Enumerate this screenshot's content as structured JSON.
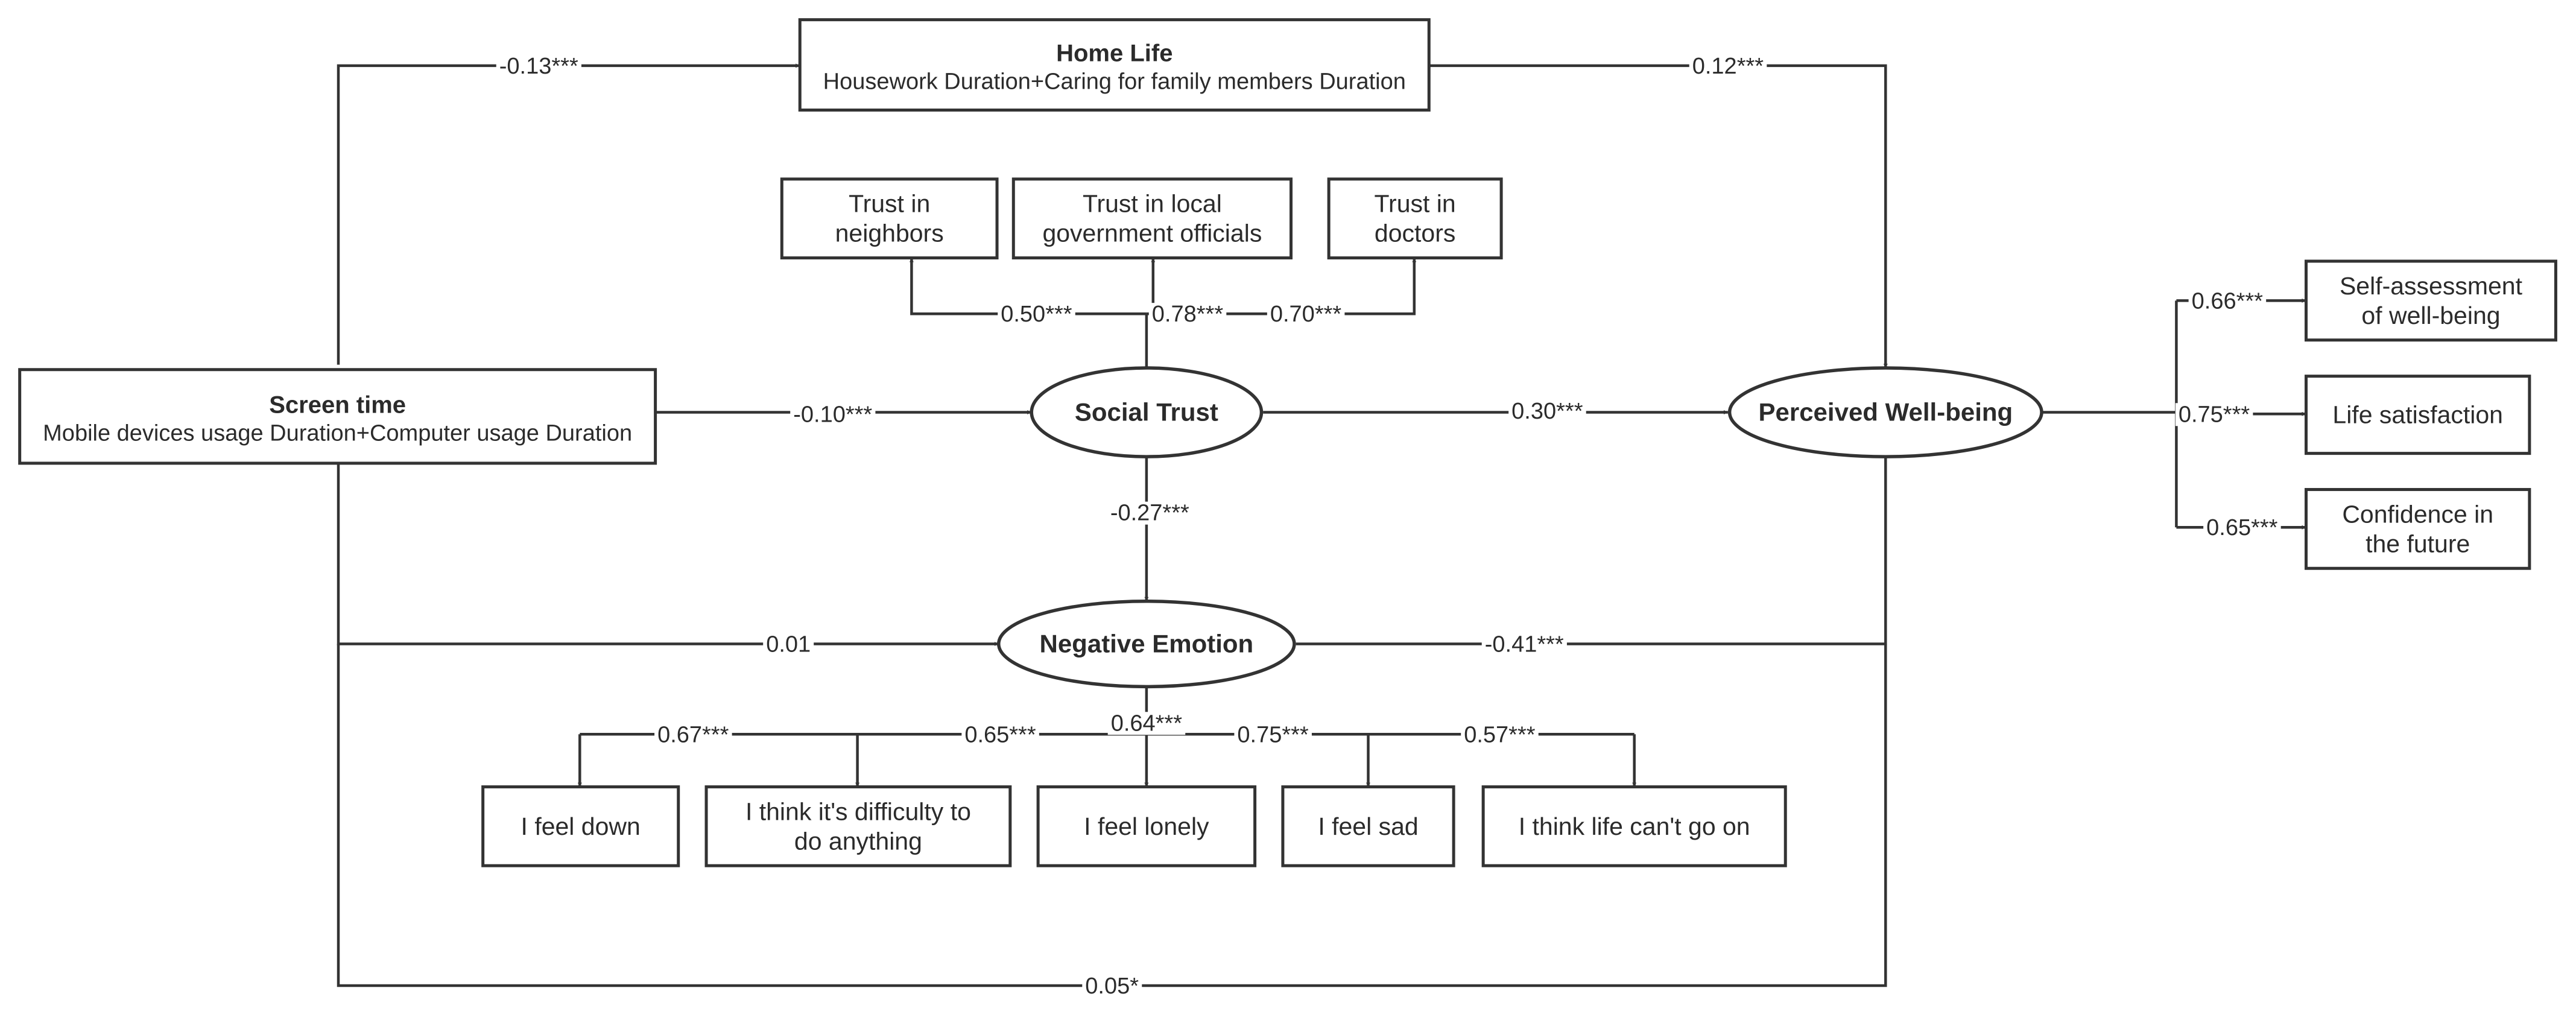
{
  "nodes": {
    "screen_time": {
      "title": "Screen time",
      "subtitle": "Mobile devices usage Duration+Computer usage Duration"
    },
    "home_life": {
      "title": "Home Life",
      "subtitle": "Housework Duration+Caring for family members Duration"
    },
    "social_trust": {
      "title": "Social Trust"
    },
    "negative_emotion": {
      "title": "Negative Emotion"
    },
    "perceived_wellbeing": {
      "title": "Perceived Well-being"
    }
  },
  "indicators": {
    "trust_neighbors": [
      "Trust in",
      "neighbors"
    ],
    "trust_officials": [
      "Trust in local",
      "government officials"
    ],
    "trust_doctors": [
      "Trust in",
      "doctors"
    ],
    "self_assessment": [
      "Self-assessment",
      "of well-being"
    ],
    "life_satisfaction": [
      "Life satisfaction"
    ],
    "confidence_future": [
      "Confidence in",
      "the future"
    ],
    "feel_down": [
      "I feel down"
    ],
    "difficulty": [
      "I think it's difficulty to",
      "do anything"
    ],
    "feel_lonely": [
      "I feel lonely"
    ],
    "feel_sad": [
      "I feel sad"
    ],
    "life_cant_go_on": [
      "I think life can't go on"
    ]
  },
  "paths": {
    "screen_home": "-0.13***",
    "home_wellbeing": "0.12***",
    "screen_trust": "-0.10***",
    "trust_wellbeing": "0.30***",
    "trust_negative": "-0.27***",
    "screen_negative": "0.01",
    "negative_wellbeing": "-0.41***",
    "screen_wellbeing": "0.05*"
  },
  "loadings": {
    "trust_neighbors": "0.50***",
    "trust_officials": "0.78***",
    "trust_doctors": "0.70***",
    "self_assessment": "0.66***",
    "life_satisfaction": "0.75***",
    "confidence_future": "0.65***",
    "feel_down": "0.67***",
    "difficulty": "0.65***",
    "feel_lonely": "0.64***",
    "feel_sad": "0.75***",
    "life_cant_go_on": "0.57***"
  },
  "colors": {
    "line": "#333333",
    "text": "#2b2b2b",
    "background": "#ffffff"
  }
}
